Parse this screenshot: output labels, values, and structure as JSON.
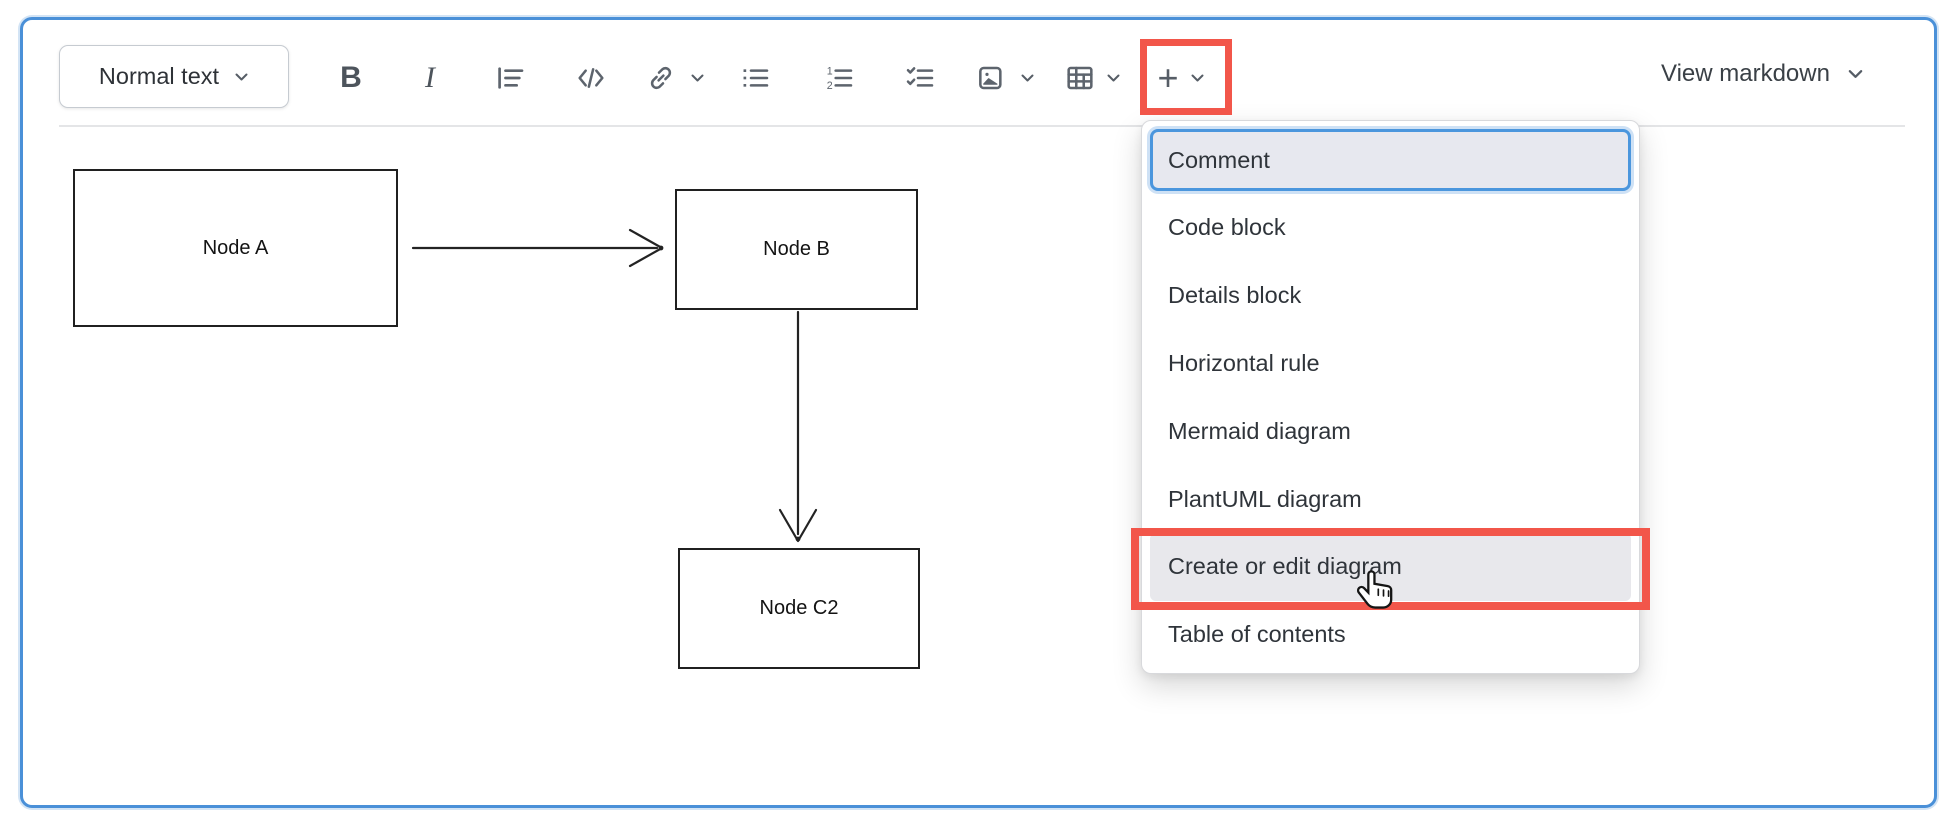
{
  "editor": {
    "border_color": "#4a90d8",
    "background": "#ffffff"
  },
  "toolbar": {
    "format_dropdown": {
      "label": "Normal text"
    },
    "buttons": [
      {
        "name": "bold",
        "glyph": "B"
      },
      {
        "name": "italic",
        "glyph": "I"
      },
      {
        "name": "indent-list"
      },
      {
        "name": "code-block"
      },
      {
        "name": "link",
        "has_dropdown": true
      },
      {
        "name": "bullet-list"
      },
      {
        "name": "ordered-list"
      },
      {
        "name": "check-list"
      },
      {
        "name": "image",
        "has_dropdown": true
      },
      {
        "name": "table",
        "has_dropdown": true
      },
      {
        "name": "insert-plus",
        "glyph": "+",
        "has_dropdown": true,
        "annotated": true
      }
    ],
    "view_markdown": {
      "label": "View markdown"
    }
  },
  "insert_menu": {
    "items": [
      {
        "label": "Comment",
        "state": "focused"
      },
      {
        "label": "Code block",
        "state": "normal"
      },
      {
        "label": "Details block",
        "state": "normal"
      },
      {
        "label": "Horizontal rule",
        "state": "normal"
      },
      {
        "label": "Mermaid diagram",
        "state": "normal"
      },
      {
        "label": "PlantUML diagram",
        "state": "normal"
      },
      {
        "label": "Create or edit diagram",
        "state": "hovered",
        "annotated": true,
        "cursor": "hand-pointer"
      },
      {
        "label": "Table of contents",
        "state": "normal"
      }
    ]
  },
  "diagram": {
    "nodes": [
      {
        "id": "A",
        "label": "Node A"
      },
      {
        "id": "B",
        "label": "Node B"
      },
      {
        "id": "C2",
        "label": "Node C2"
      }
    ],
    "edges": [
      {
        "from": "A",
        "to": "B",
        "direction": "right"
      },
      {
        "from": "B",
        "to": "C2",
        "direction": "down"
      }
    ]
  },
  "annotations": {
    "color": "#f2564a",
    "targets": [
      "insert-plus-button",
      "menu-item-create-or-edit-diagram"
    ]
  },
  "colors": {
    "accent_blue": "#4a90d8",
    "annotation_red": "#f2564a",
    "menu_focus_bg": "#e7e8ef",
    "menu_hover_bg": "#e8e8ec",
    "icon_gray": "#5d646d"
  }
}
